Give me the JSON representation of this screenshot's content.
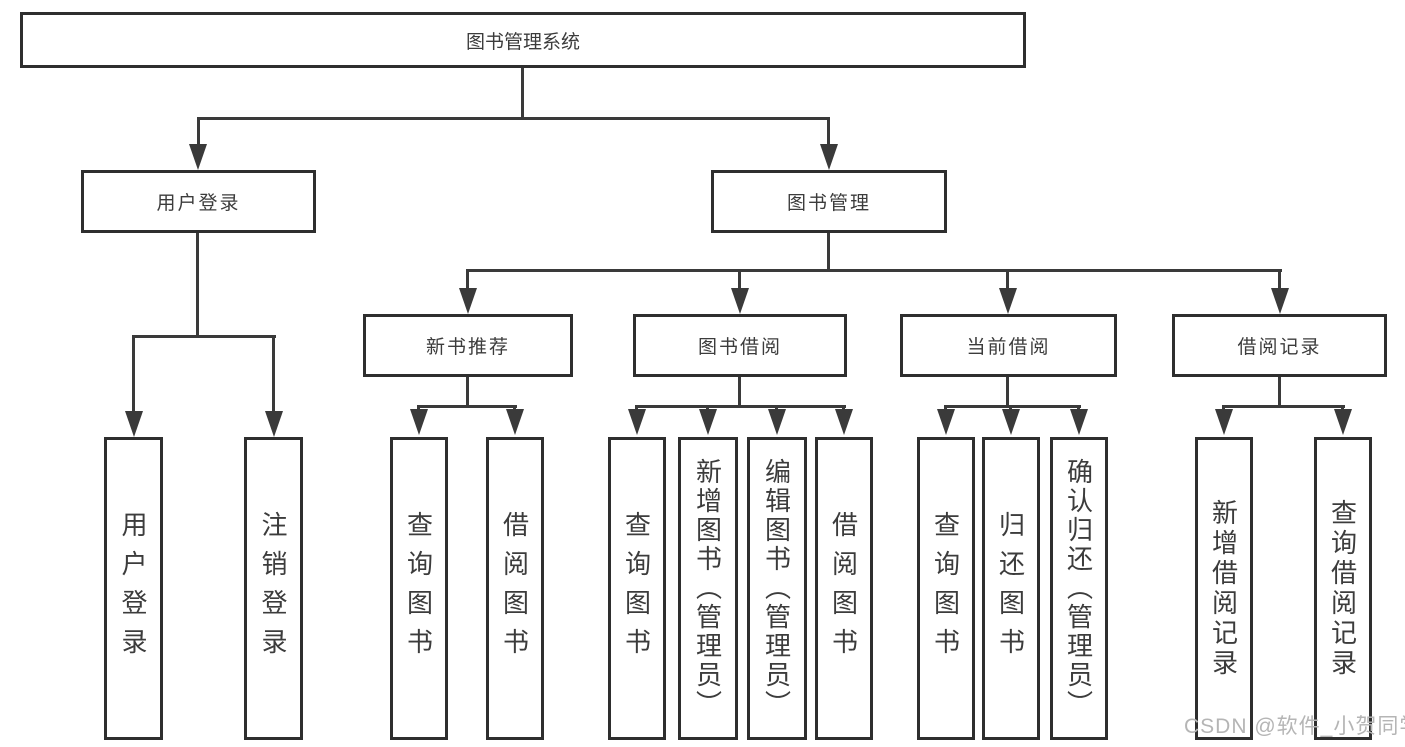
{
  "diagram": {
    "root": {
      "label": "图书管理系统"
    },
    "level2": [
      {
        "label": "用户登录"
      },
      {
        "label": "图书管理"
      }
    ],
    "level3": [
      {
        "label": "新书推荐",
        "parent": "图书管理"
      },
      {
        "label": "图书借阅",
        "parent": "图书管理"
      },
      {
        "label": "当前借阅",
        "parent": "图书管理"
      },
      {
        "label": "借阅记录",
        "parent": "图书管理"
      }
    ],
    "leaves": [
      {
        "label": "用户登录",
        "parent": "用户登录"
      },
      {
        "label": "注销登录",
        "parent": "用户登录"
      },
      {
        "label": "查询图书",
        "parent": "新书推荐"
      },
      {
        "label": "借阅图书",
        "parent": "新书推荐"
      },
      {
        "label": "查询图书",
        "parent": "图书借阅"
      },
      {
        "label": "新增图书（管理员）",
        "parent": "图书借阅"
      },
      {
        "label": "编辑图书（管理员）",
        "parent": "图书借阅"
      },
      {
        "label": "借阅图书",
        "parent": "图书借阅"
      },
      {
        "label": "查询图书",
        "parent": "当前借阅"
      },
      {
        "label": "归还图书",
        "parent": "当前借阅"
      },
      {
        "label": "确认归还（管理员）",
        "parent": "当前借阅"
      },
      {
        "label": "新增借阅记录",
        "parent": "借阅记录"
      },
      {
        "label": "查询借阅记录",
        "parent": "借阅记录"
      }
    ]
  },
  "watermark": {
    "text": "CSDN @软件_小贺同学"
  },
  "colors": {
    "line": "#3a3a3a",
    "box_border": "#2e2e2e",
    "text": "#3c3c3c",
    "watermark": "#b5b5b5",
    "background": "#ffffff"
  }
}
